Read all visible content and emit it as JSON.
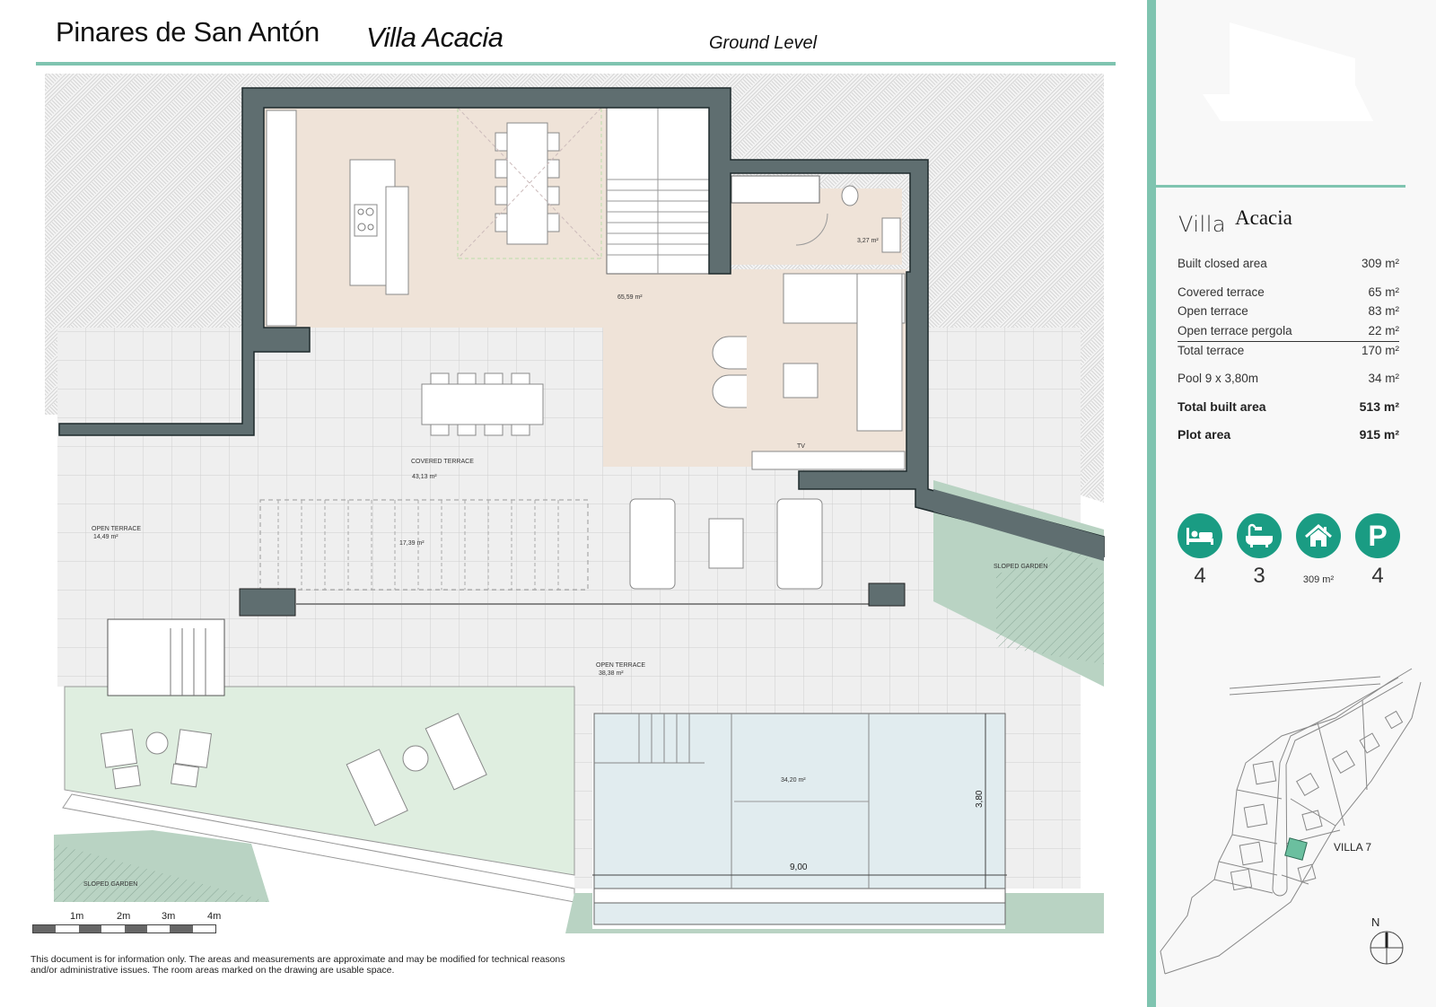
{
  "header": {
    "project": "Pinares de San Antón",
    "villa": "Villa Acacia",
    "level": "Ground Level"
  },
  "plan": {
    "rooms": [
      {
        "id": "living",
        "area": "65,59 m²"
      },
      {
        "id": "toilet",
        "area": "3,27 m²"
      },
      {
        "id": "covered_terrace",
        "name": "COVERED TERRACE",
        "area": "43,13 m²"
      },
      {
        "id": "open_terrace_left",
        "name": "OPEN TERRACE",
        "area": "14,49 m²"
      },
      {
        "id": "pergola",
        "area": "17,39 m²"
      },
      {
        "id": "open_terrace_bottom",
        "name": "OPEN TERRACE",
        "area": "38,38 m²"
      },
      {
        "id": "pool",
        "area": "34,20 m²"
      }
    ],
    "tv_label": "TV",
    "sloped_garden_right": "SLOPED GARDEN",
    "sloped_garden_left": "SLOPED GARDEN",
    "pool_width": "9,00",
    "pool_depth": "3,80",
    "colors": {
      "wall": "#5f6e70",
      "interior": "#efe3d8",
      "terrace": "#efefef",
      "garden": "#dfeee0",
      "sloped": "#b9d3c3",
      "pool": "#e1ecef",
      "accent": "#7fc4b0"
    }
  },
  "scale_bar": {
    "labels": [
      "1m",
      "2m",
      "3m",
      "4m"
    ]
  },
  "disclaimer": "This document is for information only. The areas and measurements are approximate and may be modified for technical reasons and/or administrative issues. The room areas marked on the drawing are usable space.",
  "sidebar": {
    "title_a": "Villa",
    "title_b": "Acacia",
    "specs": [
      {
        "label": "Built closed area",
        "value": "309 m²"
      },
      {
        "label": "Covered terrace",
        "value": "65 m²"
      },
      {
        "label": "Open terrace",
        "value": "83 m²"
      },
      {
        "label": "Open terrace pergola",
        "value": "22 m²"
      },
      {
        "label": "Total terrace",
        "value": "170 m²"
      },
      {
        "label": "Pool 9 x 3,80m",
        "value": "34 m²"
      },
      {
        "label": "Total built area",
        "value": "513 m²"
      },
      {
        "label": "Plot area",
        "value": "915 m²"
      }
    ],
    "features": [
      {
        "icon": "bed-icon",
        "value": "4"
      },
      {
        "icon": "bathtub-icon",
        "value": "3"
      },
      {
        "icon": "house-icon",
        "value": "309 m²"
      },
      {
        "icon": "parking-icon",
        "value": "4"
      }
    ],
    "site_label": "VILLA 7",
    "north": "N",
    "accent_color": "#1a9c83"
  }
}
